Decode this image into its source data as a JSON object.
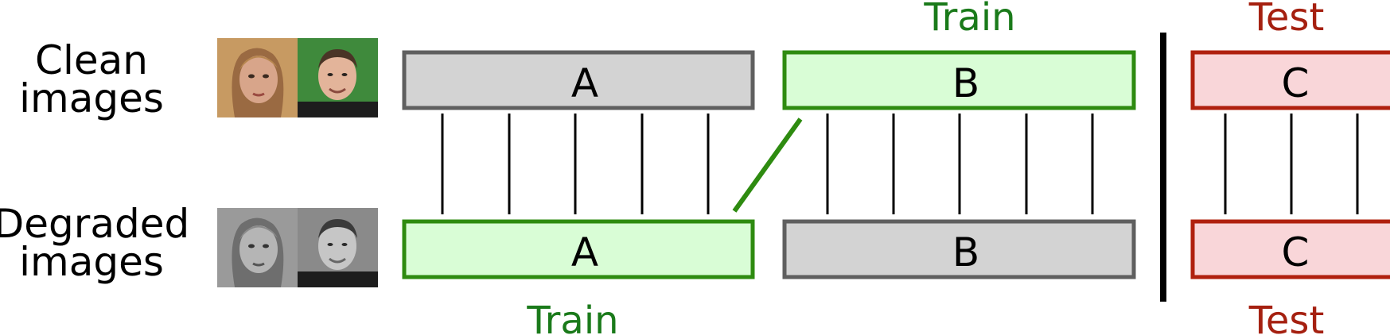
{
  "rows": {
    "clean_label": [
      "Clean",
      "images"
    ],
    "degraded_label": [
      "Degraded",
      "images"
    ]
  },
  "partitions": {
    "a_label": "A",
    "b_label": "B",
    "c_label": "C"
  },
  "split_labels": {
    "clean_b": "Train",
    "clean_c": "Test",
    "degraded_a": "Train",
    "degraded_c": "Test"
  },
  "colors": {
    "train_fill": "#d9fdd6",
    "train_stroke": "#2e8b10",
    "train_text": "#1a7a1a",
    "test_fill": "#f9d6d9",
    "test_stroke": "#b0200e",
    "test_text": "#a52010",
    "neutral_fill": "#d3d3d3",
    "neutral_stroke": "#5f5f5f"
  },
  "photos": [
    {
      "name": "woman-portrait",
      "row": "clean"
    },
    {
      "name": "man-portrait",
      "row": "clean"
    },
    {
      "name": "woman-portrait",
      "row": "degraded"
    },
    {
      "name": "man-portrait",
      "row": "degraded"
    }
  ]
}
